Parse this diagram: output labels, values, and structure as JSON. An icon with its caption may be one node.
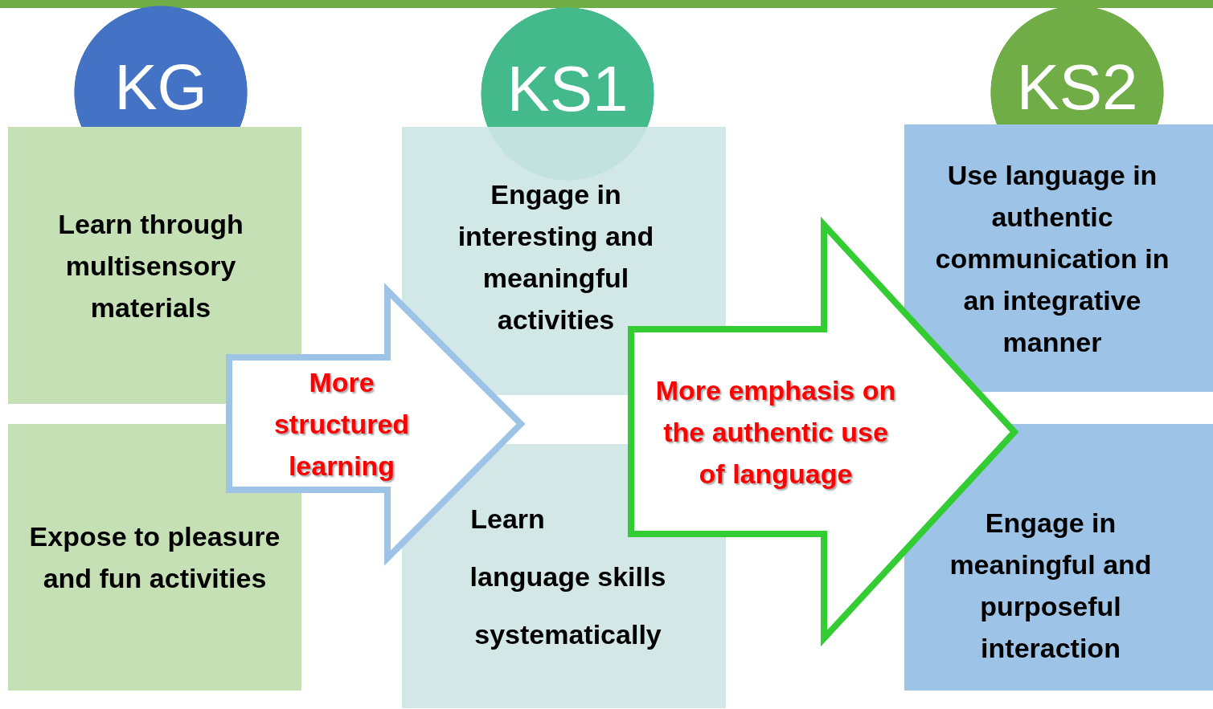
{
  "diagram": {
    "nodes": [
      {
        "text": [
          "KG"
        ]
      },
      {
        "text": [
          "KS1"
        ]
      },
      {
        "text": [
          "KS2"
        ]
      },
      {
        "text": [
          "Learn through multisensory materials"
        ]
      },
      {
        "text": [
          "Expose to pleasure and fun activities"
        ]
      },
      {
        "text": [
          "Engage in interesting and meaningful activities"
        ]
      },
      {
        "text": [
          "Learn language skills systematically"
        ]
      },
      {
        "text": [
          "Use language in authentic communication in an integrative manner"
        ]
      },
      {
        "text": [
          "Engage in meaningful and purposeful interaction"
        ]
      },
      {
        "text": [
          "More structured learning"
        ]
      },
      {
        "text": [
          "More emphasis on the authentic use of language"
        ]
      }
    ]
  }
}
